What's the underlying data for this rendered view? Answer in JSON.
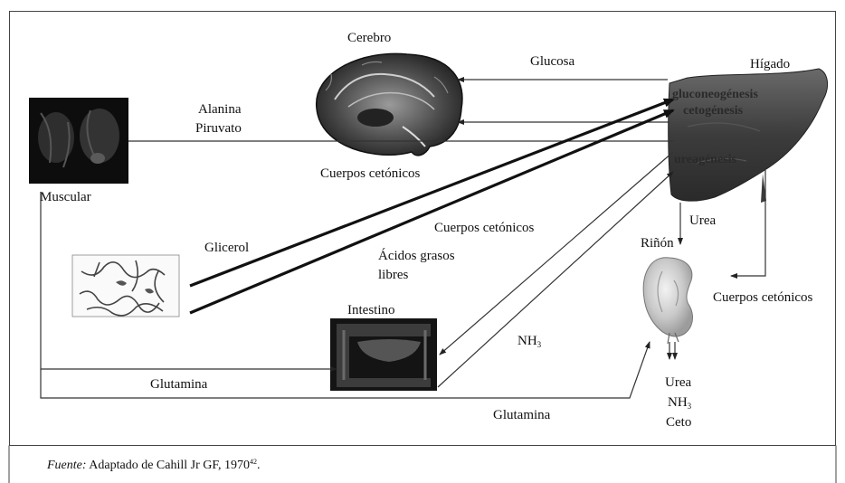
{
  "labels": {
    "cerebro": "Cerebro",
    "higado": "Hígado",
    "muscular": "Muscular",
    "intestino": "Intestino",
    "rinon": "Riñón",
    "glucosa": "Glucosa",
    "alanina": "Alanina",
    "piruvato": "Piruvato",
    "cuerpos_cetonicos_brain": "Cuerpos cetónicos",
    "cuerpos_cetonicos_mid": "Cuerpos cetónicos",
    "cuerpos_cetonicos_right": "Cuerpos cetónicos",
    "glicerol": "Glicerol",
    "acidos_grasos_1": "Ácidos grasos",
    "acidos_grasos_2": "libres",
    "nh3_mid_main": "NH",
    "nh3_mid_sub": "3",
    "urea_arrow": "Urea",
    "glutamina_left": "Glutamina",
    "glutamina_bottom": "Glutamina",
    "gluconeogenesis": "gluconeogénesis",
    "cetogenesis": "cetogénesis",
    "ureagenesis": "ureagénesis",
    "kidney_out_urea": "Urea",
    "kidney_out_nh_main": "NH",
    "kidney_out_nh_sub": "3",
    "kidney_out_ceto": "Ceto"
  },
  "caption": {
    "source_label": "Fuente:",
    "text": "Adaptado de Cahill Jr GF, 1970",
    "ref": "42",
    "end": "."
  }
}
